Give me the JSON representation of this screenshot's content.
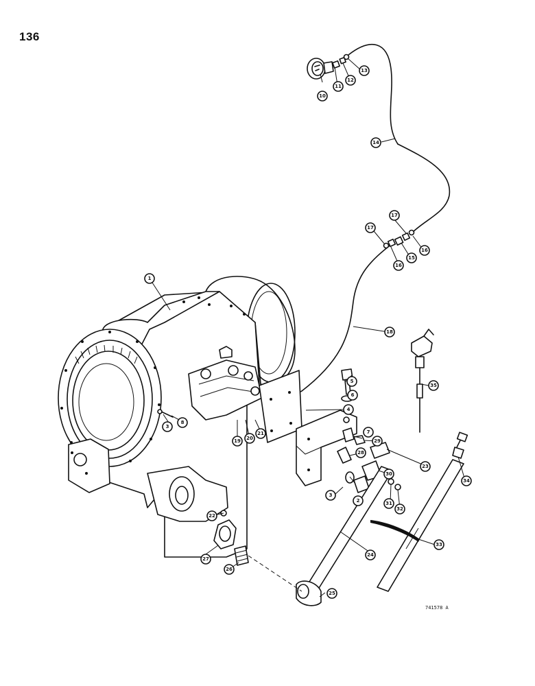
{
  "page_number": "136",
  "figure_code": "741578 A",
  "callouts": [
    {
      "id": "c1",
      "label": "1"
    },
    {
      "id": "c2",
      "label": "2"
    },
    {
      "id": "c3a",
      "label": "3"
    },
    {
      "id": "c3b",
      "label": "3"
    },
    {
      "id": "c4",
      "label": "4"
    },
    {
      "id": "c5",
      "label": "5"
    },
    {
      "id": "c6",
      "label": "6"
    },
    {
      "id": "c7",
      "label": "7"
    },
    {
      "id": "c8",
      "label": "8"
    },
    {
      "id": "c10",
      "label": "10"
    },
    {
      "id": "c11",
      "label": "11"
    },
    {
      "id": "c12",
      "label": "12"
    },
    {
      "id": "c13",
      "label": "13"
    },
    {
      "id": "c14",
      "label": "14"
    },
    {
      "id": "c15",
      "label": "15"
    },
    {
      "id": "c16a",
      "label": "16"
    },
    {
      "id": "c16b",
      "label": "16"
    },
    {
      "id": "c17a",
      "label": "17"
    },
    {
      "id": "c17b",
      "label": "17"
    },
    {
      "id": "c18",
      "label": "18"
    },
    {
      "id": "c19",
      "label": "19"
    },
    {
      "id": "c20",
      "label": "20"
    },
    {
      "id": "c21",
      "label": "21"
    },
    {
      "id": "c22",
      "label": "22"
    },
    {
      "id": "c23",
      "label": "23"
    },
    {
      "id": "c24",
      "label": "24"
    },
    {
      "id": "c25",
      "label": "25"
    },
    {
      "id": "c26",
      "label": "26"
    },
    {
      "id": "c27",
      "label": "27"
    },
    {
      "id": "c28",
      "label": "28"
    },
    {
      "id": "c29",
      "label": "29"
    },
    {
      "id": "c30",
      "label": "30"
    },
    {
      "id": "c31",
      "label": "31"
    },
    {
      "id": "c32",
      "label": "32"
    },
    {
      "id": "c33",
      "label": "33"
    },
    {
      "id": "c34",
      "label": "34"
    },
    {
      "id": "c35",
      "label": "35"
    }
  ]
}
